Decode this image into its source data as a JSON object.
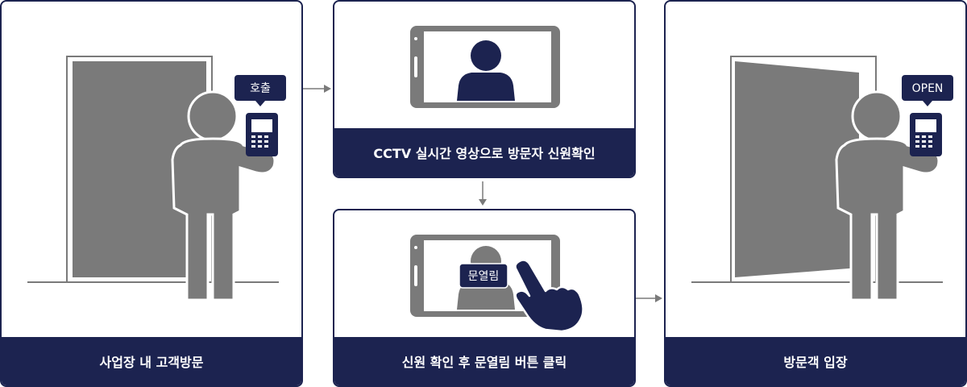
{
  "steps": {
    "visit": {
      "caption": "사업장 내 고객방문",
      "bubble": "호출"
    },
    "cctv": {
      "caption": "CCTV 실시간 영상으로 방문자 신원확인"
    },
    "open_click": {
      "caption": "신원 확인 후 문열림 버튼 클릭",
      "button_label": "문열림"
    },
    "enter": {
      "caption": "방문객 입장",
      "bubble": "OPEN"
    }
  },
  "colors": {
    "navy": "#1c2350",
    "gray": "#7a7a7a",
    "light": "#ffffff"
  }
}
